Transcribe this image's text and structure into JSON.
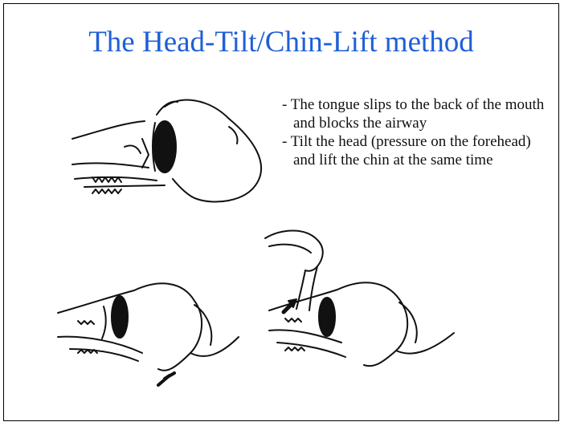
{
  "slide": {
    "title": "The Head-Tilt/Chin-Lift method",
    "bullets": [
      "- The tongue slips to the back of the mouth and blocks the airway",
      "- Tilt the head (pressure on the forehead) and lift the chin at the same time"
    ]
  },
  "colors": {
    "title": "#1f5fd6",
    "text": "#111111",
    "border": "#000000",
    "background": "#ffffff"
  },
  "illustrations": [
    "airway-blocked-illustration",
    "head-tilt-illustration",
    "chin-lift-illustration"
  ]
}
